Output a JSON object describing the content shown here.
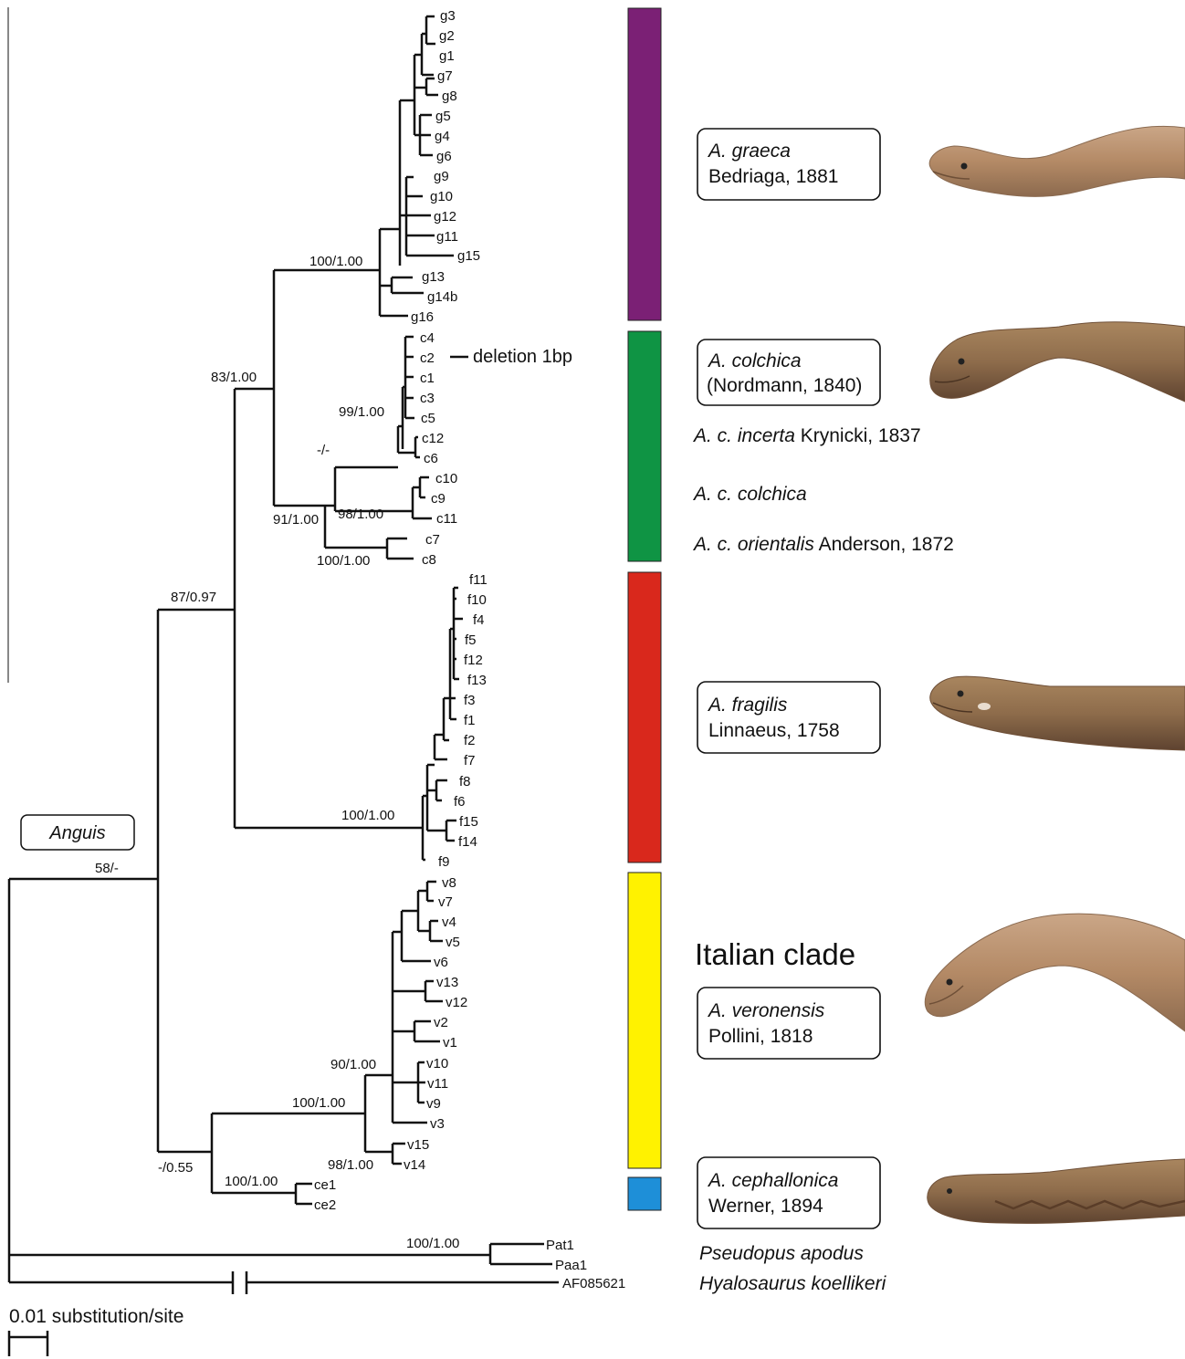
{
  "leaves": {
    "g3": "g3",
    "g2": "g2",
    "g1": "g1",
    "g7": "g7",
    "g8": "g8",
    "g5": "g5",
    "g4": "g4",
    "g6": "g6",
    "g9": "g9",
    "g10": "g10",
    "g12": "g12",
    "g11": "g11",
    "g15": "g15",
    "g13": "g13",
    "g14b": "g14b",
    "g16": "g16",
    "c4": "c4",
    "c2": "c2",
    "c1": "c1",
    "c3": "c3",
    "c5": "c5",
    "c12": "c12",
    "c6": "c6",
    "c10": "c10",
    "c9": "c9",
    "c11": "c11",
    "c7": "c7",
    "c8": "c8",
    "f11": "f11",
    "f10": "f10",
    "f4": "f4",
    "f5": "f5",
    "f12": "f12",
    "f13": "f13",
    "f3": "f3",
    "f1": "f1",
    "f2": "f2",
    "f7": "f7",
    "f8": "f8",
    "f6": "f6",
    "f15": "f15",
    "f14": "f14",
    "f9": "f9",
    "v8": "v8",
    "v7": "v7",
    "v4": "v4",
    "v5": "v5",
    "v6": "v6",
    "v13": "v13",
    "v12": "v12",
    "v2": "v2",
    "v1": "v1",
    "v10": "v10",
    "v11": "v11",
    "v9": "v9",
    "v3": "v3",
    "v15": "v15",
    "v14": "v14",
    "ce1": "ce1",
    "ce2": "ce2",
    "Pat1": "Pat1",
    "Paa1": "Paa1",
    "AF085621": "AF085621"
  },
  "support": {
    "graeca": "100/1.00",
    "gc": "83/1.00",
    "colchica_main": "99/1.00",
    "colchica_inner": "-/-",
    "colchica_c9": "98/1.00",
    "colchica_root": "91/1.00",
    "colchica_c7": "100/1.00",
    "gcf": "87/0.97",
    "fragilis": "100/1.00",
    "anguis": "58/-",
    "veronensis": "90/1.00",
    "ver_clade": "100/1.00",
    "ver_v14": "98/1.00",
    "ver_ceph": "-/0.55",
    "cephallonica": "100/1.00",
    "pseudopus": "100/1.00"
  },
  "deletion_note": "deletion 1bp",
  "genus_label": "Anguis",
  "taxa": {
    "graeca": {
      "name": "A. graeca",
      "author": "Bedriaga, 1881"
    },
    "colchica": {
      "name": "A. colchica",
      "author": "(Nordmann, 1840)"
    },
    "fragilis": {
      "name": "A. fragilis",
      "author": "Linnaeus, 1758"
    },
    "veronensis": {
      "name": "A. veronensis",
      "author": "Pollini, 1818"
    },
    "cephallonica": {
      "name": "A. cephallonica",
      "author": "Werner, 1894"
    }
  },
  "subspecies": {
    "incerta": {
      "name": "A. c. incerta",
      "author": " Krynicki, 1837"
    },
    "colchica": {
      "name": "A. c. colchica",
      "author": ""
    },
    "orientalis": {
      "name": "A. c. orientalis",
      "author": " Anderson, 1872"
    }
  },
  "italian_clade": "Italian clade",
  "outgroups": {
    "pseudopus": "Pseudopus apodus",
    "hyalosaurus": "Hyalosaurus koellikeri"
  },
  "scale_label": "0.01 substitution/site",
  "colors": {
    "graeca": "#7b2075",
    "colchica": "#0f9444",
    "fragilis": "#d9281c",
    "veronensis": "#fff200",
    "cephallonica": "#1e8fd8",
    "lizard_body": "#b48a66",
    "lizard_light": "#d6b497",
    "lizard_dark": "#6e4f37"
  },
  "icons": [
    "lizard-head-graeca",
    "lizard-head-colchica",
    "lizard-head-fragilis",
    "lizard-head-veronensis",
    "lizard-head-cephallonica"
  ]
}
